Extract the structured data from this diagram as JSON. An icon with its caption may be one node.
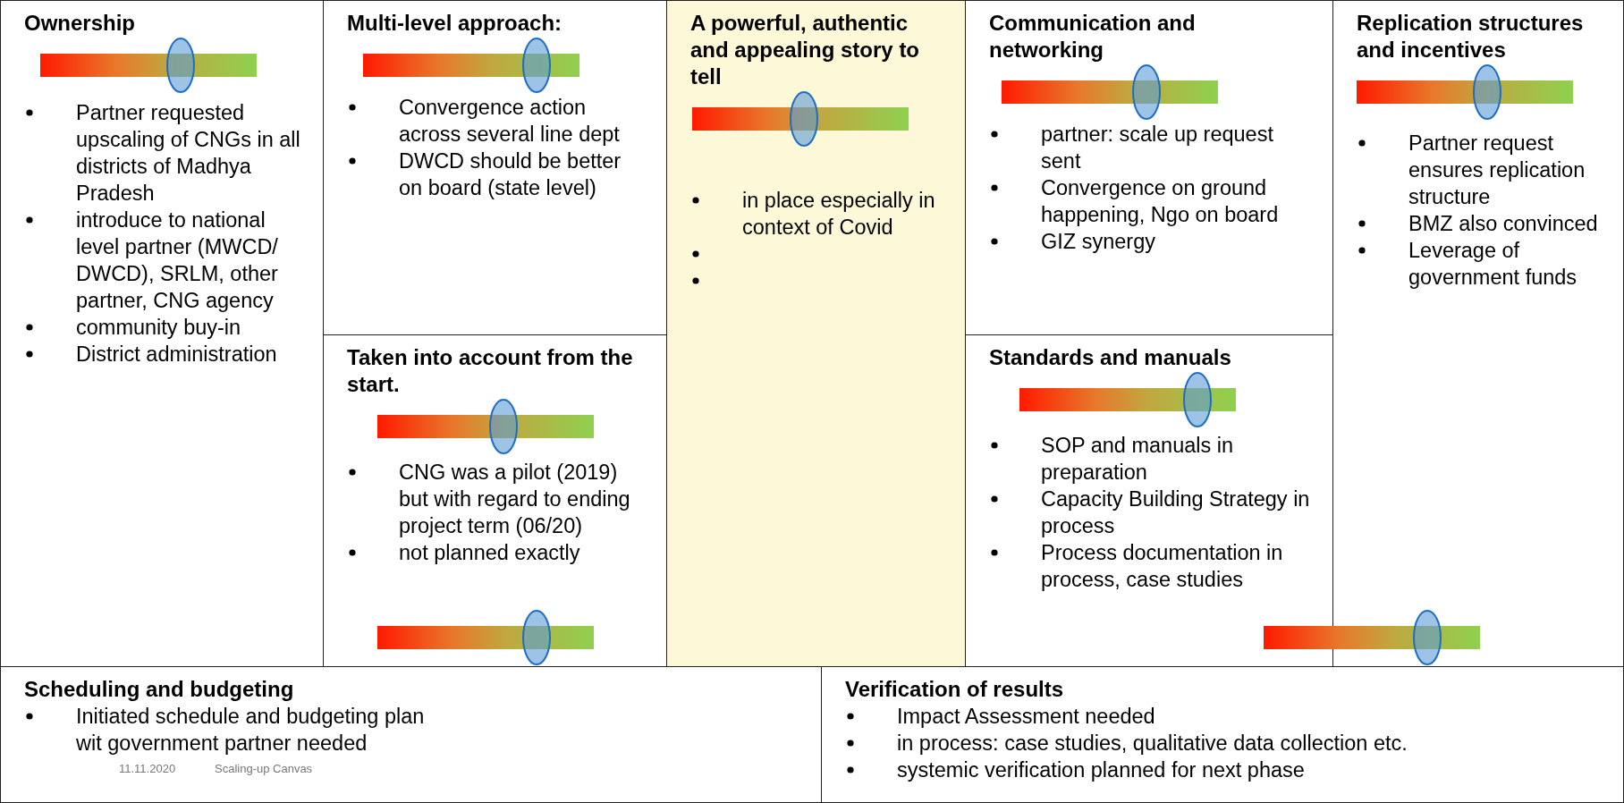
{
  "diagram": {
    "nodes": [
      {
        "text": [
          "Ownership",
          "Partner requested upscaling of CNGs in all districts of Madhya Pradesh",
          "introduce to national level partner (MWCD/ DWCD), SRLM, other partner, CNG agency",
          "community buy-in",
          "District administration"
        ]
      },
      {
        "text": [
          "Multi-level approach:",
          "Convergence action across several line dept",
          "DWCD should be better on board (state level)"
        ]
      },
      {
        "text": [
          "Taken into account from the start.",
          "CNG was a pilot (2019) but with regard to ending project term (06/20)",
          "not planned exactly"
        ]
      },
      {
        "text": [
          "A powerful, authentic and appealing story to tell",
          "in place especially in context of Covid"
        ]
      },
      {
        "text": [
          "Communication and networking",
          "partner: scale up request sent",
          "Convergence on ground happening, Ngo on board",
          "GIZ synergy"
        ]
      },
      {
        "text": [
          "Standards and manuals",
          "SOP and manuals in preparation",
          "Capacity Building Strategy in process",
          "Process documentation in process, case studies"
        ]
      },
      {
        "text": [
          "Replication structures and incentives",
          "Partner request ensures replication structure",
          "BMZ also convinced",
          "Leverage of government funds"
        ]
      },
      {
        "text": [
          "Scheduling and budgeting",
          "Initiated schedule and budgeting plan wit government partner needed"
        ]
      },
      {
        "text": [
          "Verification of results",
          "Impact Assessment needed",
          "in process: case studies, qualitative data collection etc.",
          "systemic verification planned for next phase"
        ]
      }
    ],
    "labels": [
      "11.11.2020",
      "Scaling-up Canvas"
    ]
  }
}
